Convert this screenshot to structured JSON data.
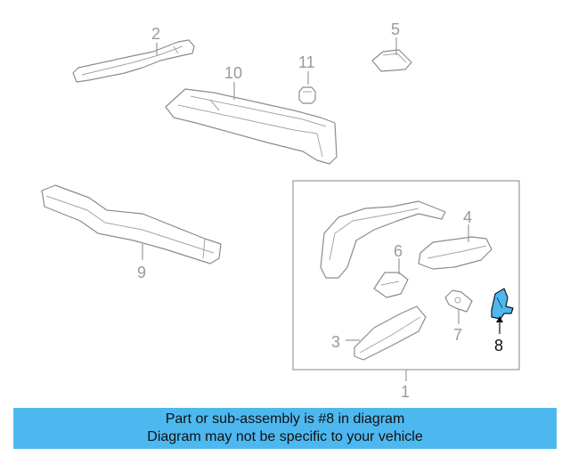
{
  "diagram": {
    "callouts": [
      {
        "id": "1",
        "label": "1"
      },
      {
        "id": "2",
        "label": "2"
      },
      {
        "id": "3",
        "label": "3"
      },
      {
        "id": "4",
        "label": "4"
      },
      {
        "id": "5",
        "label": "5"
      },
      {
        "id": "6",
        "label": "6"
      },
      {
        "id": "7",
        "label": "7"
      },
      {
        "id": "8",
        "label": "8"
      },
      {
        "id": "9",
        "label": "9"
      },
      {
        "id": "10",
        "label": "10"
      },
      {
        "id": "11",
        "label": "11"
      }
    ],
    "highlight_color": "#4db8f0"
  },
  "banner": {
    "line1": "Part or sub-assembly is #8 in diagram",
    "line2": "Diagram may not be specific to your vehicle",
    "background": "#4db8f0"
  }
}
